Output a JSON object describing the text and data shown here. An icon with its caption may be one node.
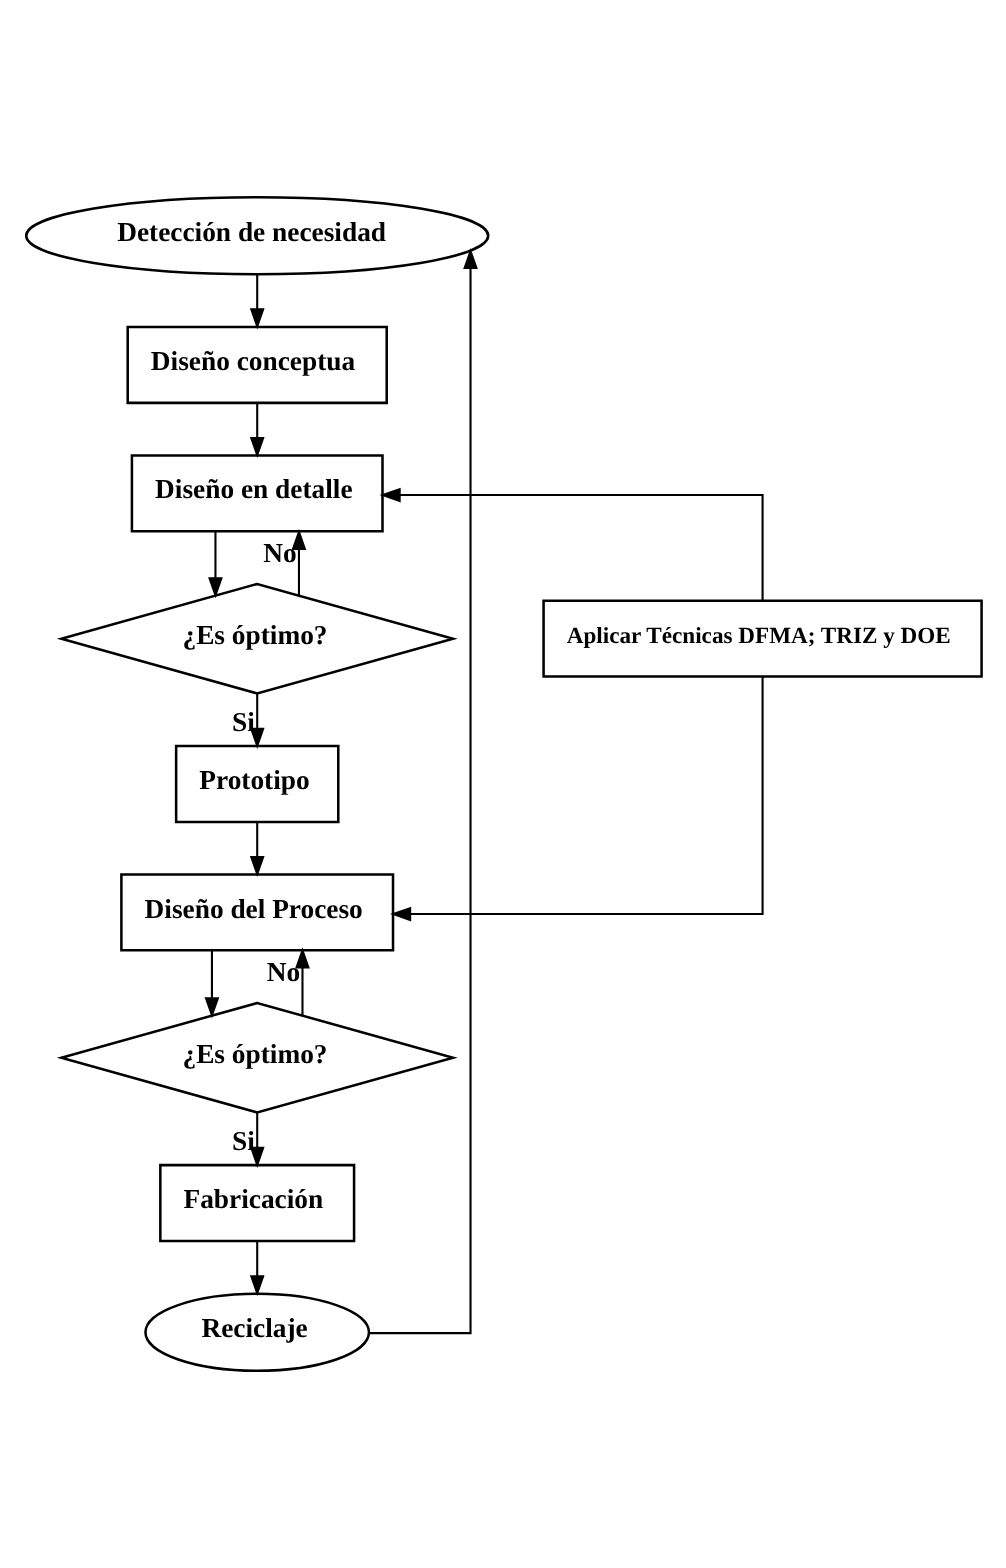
{
  "diagram": {
    "nodes": [
      {
        "text": [
          "Detección de necesidad"
        ]
      },
      {
        "text": [
          "Diseño conceptua"
        ]
      },
      {
        "text": [
          "Diseño en detalle"
        ]
      },
      {
        "text": [
          "¿Es óptimo?"
        ]
      },
      {
        "text": [
          "Prototipo"
        ]
      },
      {
        "text": [
          "Diseño del Proceso"
        ]
      },
      {
        "text": [
          "¿Es óptimo?"
        ]
      },
      {
        "text": [
          "Fabricación"
        ]
      },
      {
        "text": [
          "Reciclaje"
        ]
      },
      {
        "text": [
          "Aplicar Técnicas DFMA; TRIZ y DOE"
        ]
      }
    ],
    "edges": [
      {
        "from": 0,
        "to": 1,
        "arrow": "to"
      },
      {
        "from": 1,
        "to": 2,
        "arrow": "to"
      },
      {
        "from": 2,
        "to": 3,
        "arrow": "to"
      },
      {
        "from": 3,
        "to": 2,
        "arrow": "to",
        "label": "No"
      },
      {
        "from": 3,
        "to": 4,
        "arrow": "to",
        "label": "Si"
      },
      {
        "from": 4,
        "to": 5,
        "arrow": "to"
      },
      {
        "from": 5,
        "to": 6,
        "arrow": "to"
      },
      {
        "from": 6,
        "to": 5,
        "arrow": "to",
        "label": "No"
      },
      {
        "from": 6,
        "to": 7,
        "arrow": "to",
        "label": "Si"
      },
      {
        "from": 7,
        "to": 8,
        "arrow": "to"
      },
      {
        "from": 8,
        "to": 0,
        "arrow": "to"
      },
      {
        "from": 9,
        "to": 2,
        "arrow": "to"
      },
      {
        "from": 9,
        "to": 5,
        "arrow": "to"
      }
    ]
  }
}
